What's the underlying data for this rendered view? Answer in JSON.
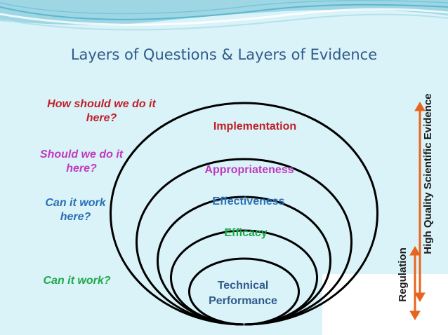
{
  "title": "Layers of Questions & Layers of Evidence",
  "questions": [
    "How should we do it here?",
    "Should we do it here?",
    "Can it work here?",
    "Can it work?"
  ],
  "layers": [
    "Implementation",
    "Appropriateness",
    "Effectiveness",
    "Efficacy",
    "Technical Performance"
  ],
  "axes": {
    "regulation": "Regulation",
    "evidence": "High Quality Scientific Evidence"
  },
  "colors": {
    "title": "#2f5a8a",
    "red": "#c0202a",
    "magenta": "#c03abf",
    "blue": "#2a6fb5",
    "green": "#1ea84a",
    "arrow": "#e8641e"
  }
}
